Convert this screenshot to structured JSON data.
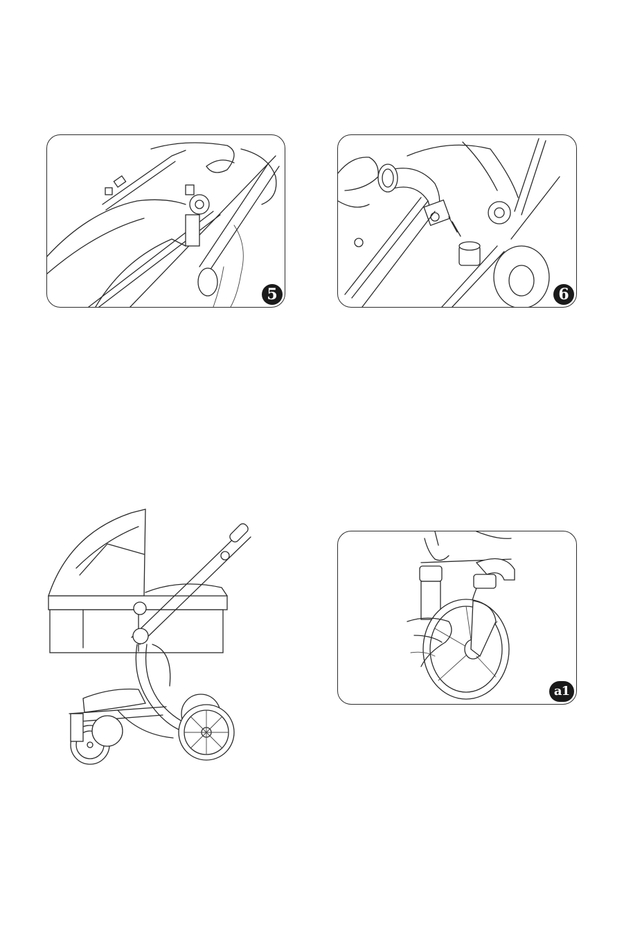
{
  "figures": [
    {
      "id": "step-5",
      "label": "5",
      "icon": "stroller-frame-latch-illustration"
    },
    {
      "id": "step-6",
      "label": "6",
      "icon": "handlebar-joint-illustration"
    },
    {
      "id": "overview",
      "label": "",
      "icon": "stroller-with-carrycot-illustration"
    },
    {
      "id": "step-a1",
      "label": "a1",
      "icon": "front-wheel-illustration"
    }
  ]
}
